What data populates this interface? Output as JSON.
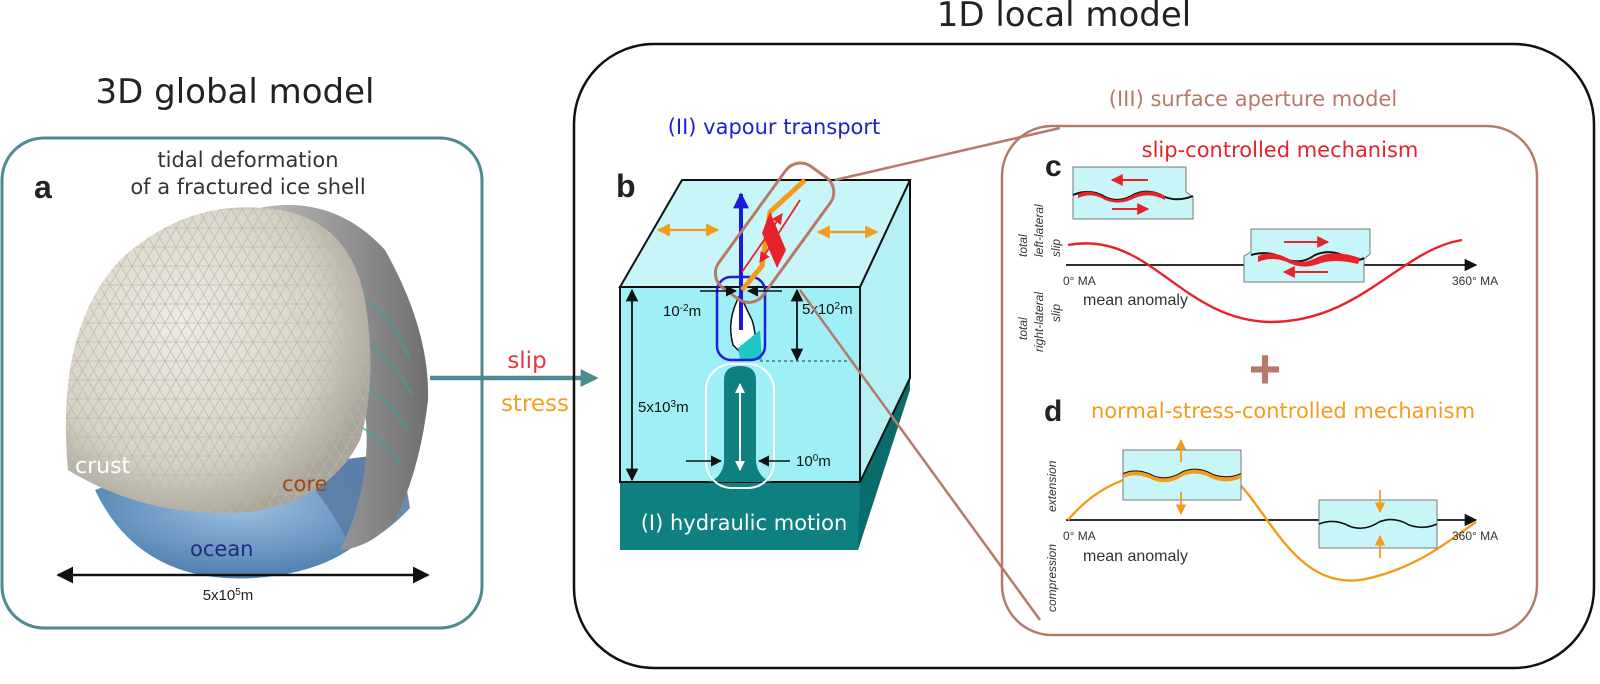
{
  "global_model": {
    "title": "3D global model",
    "panel_letter": "a",
    "caption_line1": "tidal deformation",
    "caption_line2": "of a fractured ice shell",
    "crust_label": "crust",
    "core_label": "core",
    "ocean_label": "ocean",
    "scale_label": "5x10",
    "scale_exp": "5",
    "scale_unit": "m"
  },
  "coupling": {
    "slip_label": "slip",
    "stress_label": "stress",
    "slip_color": "#e8383a",
    "stress_color": "#f5a01e"
  },
  "local_model": {
    "title": "1D local model",
    "panel_letter": "b",
    "vapour_label": "(II) vapour transport",
    "hydraulic_label": "(I) hydraulic motion",
    "dim_top_base": "10",
    "dim_top_exp": "-2",
    "dim_top_unit": "m",
    "dim_upper_base": "5x10",
    "dim_upper_exp": "2",
    "dim_upper_unit": "m",
    "dim_depth_base": "5x10",
    "dim_depth_exp": "3",
    "dim_depth_unit": "m",
    "dim_width_base": "10",
    "dim_width_exp": "0",
    "dim_width_unit": "m"
  },
  "aperture_model": {
    "title": "(III) surface aperture model",
    "panel_c_letter": "c",
    "panel_d_letter": "d",
    "slip_title": "slip-controlled mechanism",
    "normal_title": "normal-stress-controlled mechanism",
    "ylabel_top_c": [
      "total",
      "left-lateral",
      "slip"
    ],
    "ylabel_bottom_c": [
      "total",
      "right-lateral",
      "slip"
    ],
    "ylabel_top_d": "extension",
    "ylabel_bottom_d": "compression",
    "x_start": "0° MA",
    "x_end": "360° MA",
    "x_label": "mean anomaly",
    "plus_sign": "+"
  },
  "colors": {
    "slip_red": "#e8222a",
    "stress_orange": "#f59b1c",
    "vapour_blue": "#2020d0",
    "panel_teal_border": "#4f8a90",
    "panel_brown_border": "#b57a6a",
    "ice_light": "#c8f2f4",
    "ocean_teal": "#0e8080"
  }
}
